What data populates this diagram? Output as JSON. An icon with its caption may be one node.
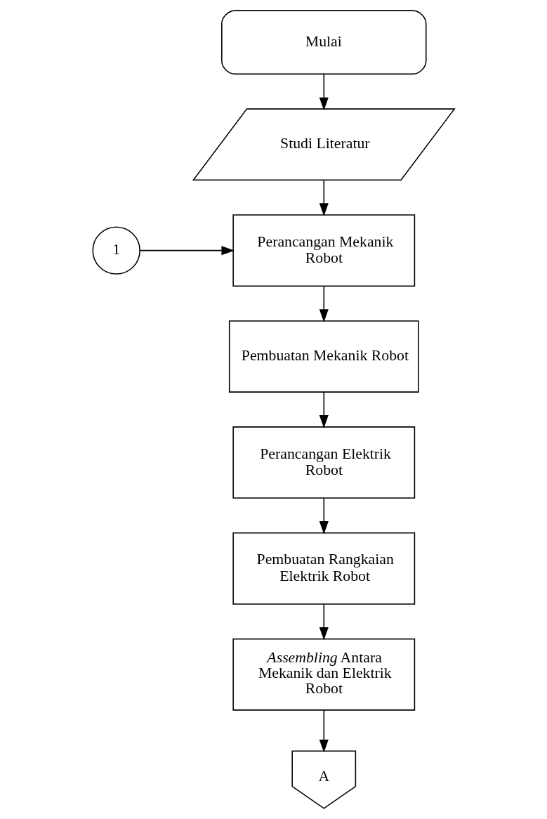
{
  "diagram": {
    "nodes": [
      {
        "text": [
          "Mulai"
        ]
      },
      {
        "text": [
          "Studi Literatur"
        ]
      },
      {
        "text": [
          "1"
        ]
      },
      {
        "text": [
          "Perancangan Mekanik Robot"
        ]
      },
      {
        "text": [
          "Pembuatan Mekanik Robot"
        ]
      },
      {
        "text": [
          "Perancangan Elektrik Robot"
        ]
      },
      {
        "text": [
          "Pembuatan Rangkaian Elektrik Robot"
        ]
      },
      {
        "text": [
          "*Assembling* Antara Mekanik dan Elektrik Robot"
        ]
      },
      {
        "text": [
          "A"
        ]
      }
    ],
    "edges": [
      {
        "from": 0,
        "to": 1,
        "arrow": "to"
      },
      {
        "from": 1,
        "to": 3,
        "arrow": "to"
      },
      {
        "from": 2,
        "to": 3,
        "arrow": "to"
      },
      {
        "from": 3,
        "to": 4,
        "arrow": "to"
      },
      {
        "from": 4,
        "to": 5,
        "arrow": "to"
      },
      {
        "from": 5,
        "to": 6,
        "arrow": "to"
      },
      {
        "from": 6,
        "to": 7,
        "arrow": "to"
      },
      {
        "from": 7,
        "to": 8,
        "arrow": "to"
      }
    ]
  }
}
